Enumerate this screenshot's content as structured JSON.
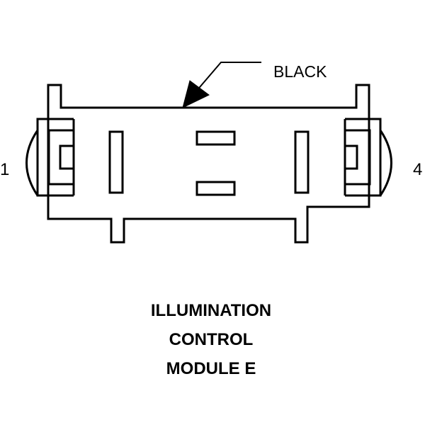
{
  "callout": {
    "text": "BLACK"
  },
  "pins": {
    "left": "1",
    "right": "4"
  },
  "title": {
    "lines": [
      "ILLUMINATION",
      "CONTROL",
      "MODULE E"
    ]
  },
  "colors": {
    "stroke": "#000000",
    "background": "#ffffff"
  }
}
